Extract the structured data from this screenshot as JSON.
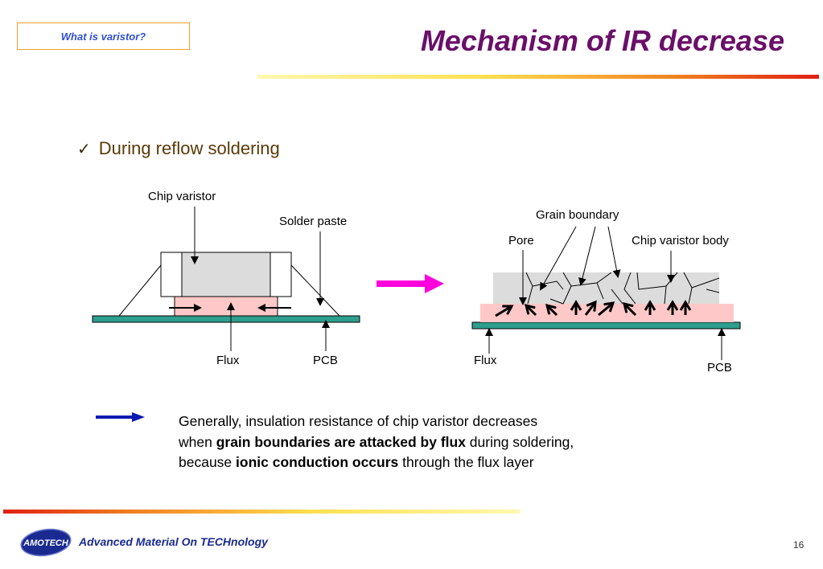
{
  "header": {
    "topic_button": "What is varistor?",
    "title": "Mechanism of IR decrease"
  },
  "bullet": "During reflow soldering",
  "diagram_left": {
    "label_chip_varistor": "Chip varistor",
    "label_solder_paste": "Solder paste",
    "label_flux": "Flux",
    "label_pcb": "PCB"
  },
  "diagram_right": {
    "label_grain_boundary": "Grain boundary",
    "label_pore": "Pore",
    "label_chip_body": "Chip varistor body",
    "label_flux": "Flux",
    "label_pcb": "PCB"
  },
  "conclusion": {
    "line1": "Generally, insulation resistance of chip varistor decreases",
    "line2_pre": "when ",
    "line2_bold": "grain boundaries are attacked by flux",
    "line2_post": " during soldering,",
    "line3_pre": "because ",
    "line3_bold": "ionic conduction occurs",
    "line3_post": " through the flux layer"
  },
  "footer": {
    "logo_text": "AMOTECH",
    "tagline": "Advanced Material On TECHnology",
    "page_number": "16"
  },
  "colors": {
    "title": "#6a0f6a",
    "pcb": "#2e9e8e",
    "flux_layer": "#ffc8c8",
    "chip_body": "#dcdcdc",
    "transition_arrow": "#ff00dd",
    "conclusion_arrow": "#0a1ab0"
  }
}
